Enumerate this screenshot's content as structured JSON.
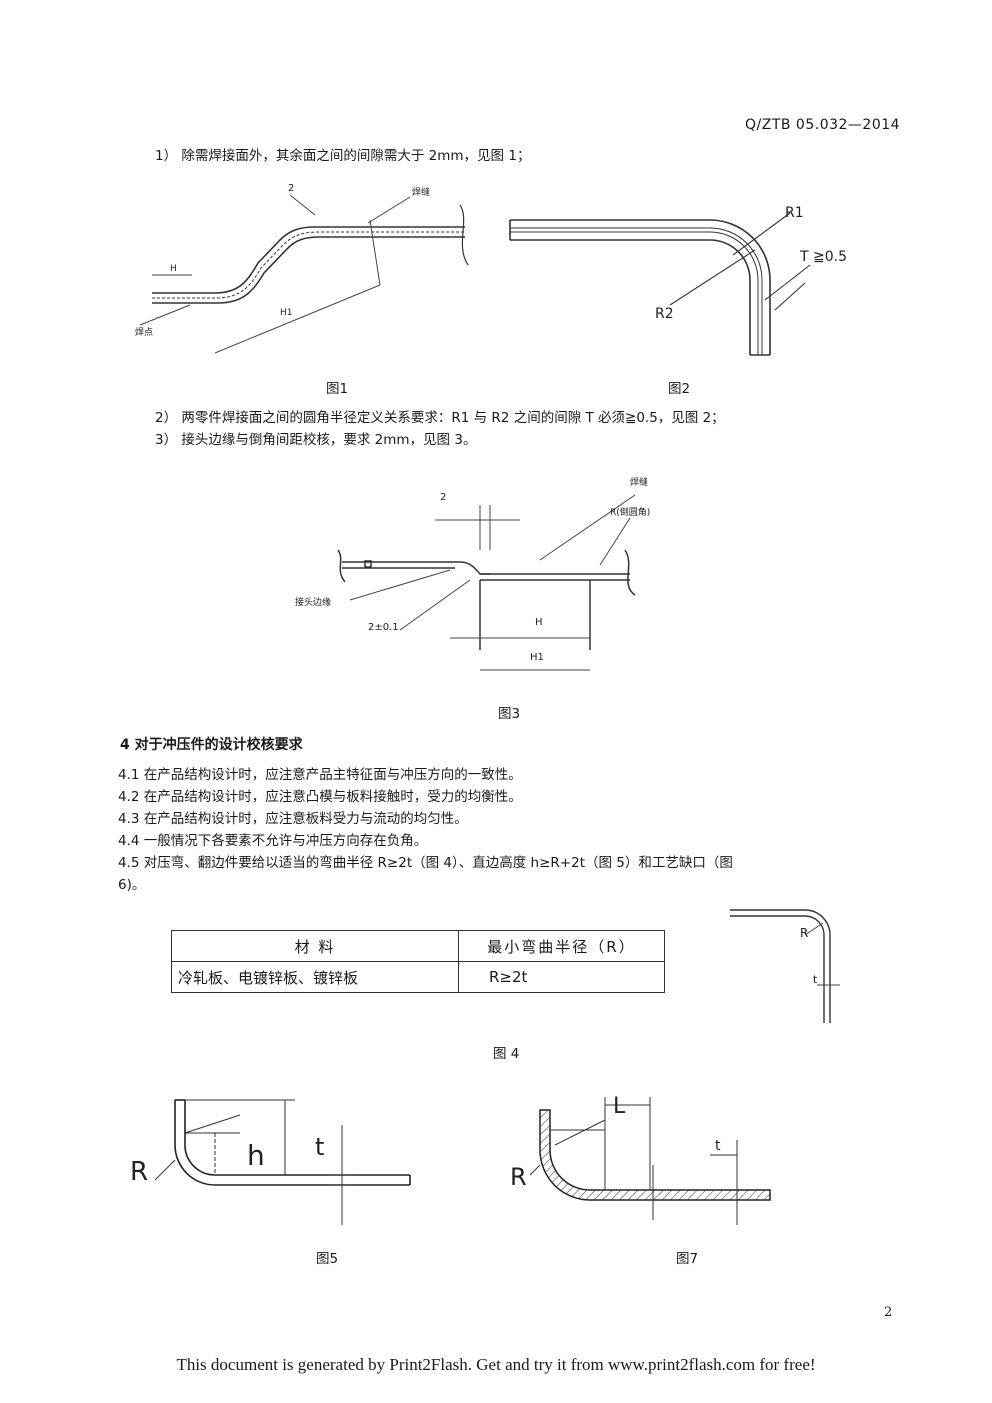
{
  "header": {
    "doc_id": "Q/ZTB 05.032—2014"
  },
  "items": {
    "item1": "1） 除需焊接面外，其余面之间的间隙需大于 2mm，见图 1；",
    "item2": "2） 两零件焊接面之间的圆角半径定义关系要求：R1 与 R2 之间的间隙 T 必须≧0.5，见图 2；",
    "item3": "3） 接头边缘与倒角间距校核，要求 2mm，见图 3。"
  },
  "figures": {
    "fig1": "图1",
    "fig2": "图2",
    "fig3": "图3",
    "fig4": "图 4",
    "fig5": "图5",
    "fig7": "图7",
    "fig2_labels": {
      "r1": "R1",
      "r2": "R2",
      "t": "T ≧0.5"
    },
    "fig3_labels": {
      "d": "2",
      "dim": "2±0.1",
      "h": "H",
      "h1": "H1"
    },
    "fig4_labels": {
      "r": "R",
      "t": "t"
    },
    "fig5_labels": {
      "r": "R",
      "h": "h",
      "t": "t"
    },
    "fig7_labels": {
      "r": "R",
      "l": "L",
      "t": "t"
    }
  },
  "section4": {
    "title": "4    对于冲压件的设计校核要求",
    "p41": "4.1   在产品结构设计时，应注意产品主特征面与冲压方向的一致性。",
    "p42": "4.2   在产品结构设计时，应注意凸模与板料接触时，受力的均衡性。",
    "p43": "4.3   在产品结构设计时，应注意板料受力与流动的均匀性。",
    "p44": "4.4   一般情况下各要素不允许与冲压方向存在负角。",
    "p45a": "4.5   对压弯、翻边件要给以适当的弯曲半径 R≥2t（图 4）、直边高度 h≥R+2t（图 5）和工艺缺口（图",
    "p45b": "6)。"
  },
  "table": {
    "header": [
      "材         料",
      "最小弯曲半径（R）"
    ],
    "row": [
      "冷轧板、电镀锌板、镀锌板",
      "R≥2t"
    ]
  },
  "page_number": "2",
  "footer": "This document is generated by Print2Flash. Get and try it from www.print2flash.com for free!"
}
